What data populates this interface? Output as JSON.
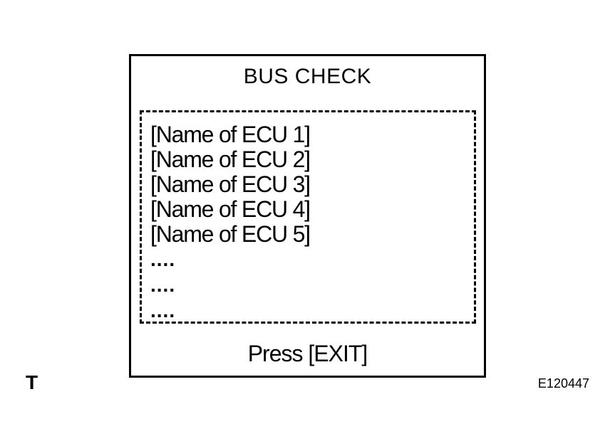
{
  "screen": {
    "title": "BUS CHECK",
    "ecu_list": [
      "[Name of ECU 1]",
      "[Name of ECU 2]",
      "[Name of ECU 3]",
      "[Name of ECU 4]",
      "[Name of ECU 5]",
      "....",
      "....",
      "...."
    ],
    "footer_prompt": "Press [EXIT]"
  },
  "figure": {
    "corner_mark": "T",
    "id": "E120447"
  }
}
